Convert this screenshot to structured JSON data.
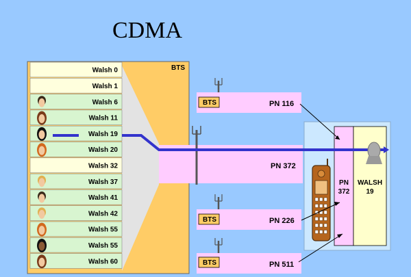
{
  "title": "CDMA",
  "bts_main_label": "BTS",
  "walsh_rows": [
    {
      "label": "Walsh 0",
      "color": "#ffffdd",
      "face": ""
    },
    {
      "label": "Walsh 1",
      "color": "#ffffdd",
      "face": ""
    },
    {
      "label": "Walsh 6",
      "color": "#d8f5d0",
      "face": "male"
    },
    {
      "label": "Walsh 11",
      "color": "#d8f5d0",
      "face": "female"
    },
    {
      "label": "Walsh 19",
      "color": "#d8f5d0",
      "face": "female-dark-hair"
    },
    {
      "label": "Walsh 20",
      "color": "#d8f5d0",
      "face": "female-red-hair"
    },
    {
      "label": "Walsh 32",
      "color": "#ffffdd",
      "face": ""
    },
    {
      "label": "Walsh 37",
      "color": "#d8f5d0",
      "face": "male-blond"
    },
    {
      "label": "Walsh 41",
      "color": "#d8f5d0",
      "face": "male"
    },
    {
      "label": "Walsh 42",
      "color": "#d8f5d0",
      "face": "male-blond"
    },
    {
      "label": "Walsh 55",
      "color": "#d8f5d0",
      "face": "female-red-hair"
    },
    {
      "label": "Walsh 55",
      "color": "#d8f5d0",
      "face": "female-dark"
    },
    {
      "label": "Walsh 60",
      "color": "#d8f5d0",
      "face": "female"
    }
  ],
  "bts_boxes": [
    {
      "bts_label": "BTS",
      "pn_label": "PN 116"
    },
    {
      "bts_label": "BTS",
      "pn_label": "PN 226"
    },
    {
      "bts_label": "BTS",
      "pn_label": "PN 511"
    }
  ],
  "main_pn_label": "PN 372",
  "phone_pn_label": [
    "PN",
    "372"
  ],
  "phone_walsh_label": [
    "WALSH",
    "19"
  ],
  "colors": {
    "background": "#99c9ff",
    "bts_panel": "#ffcc66",
    "pink": "#ffccff",
    "link": "#3333cc",
    "mobile_panel": "#cce8ff",
    "walsh_box": "#ffffcc"
  }
}
